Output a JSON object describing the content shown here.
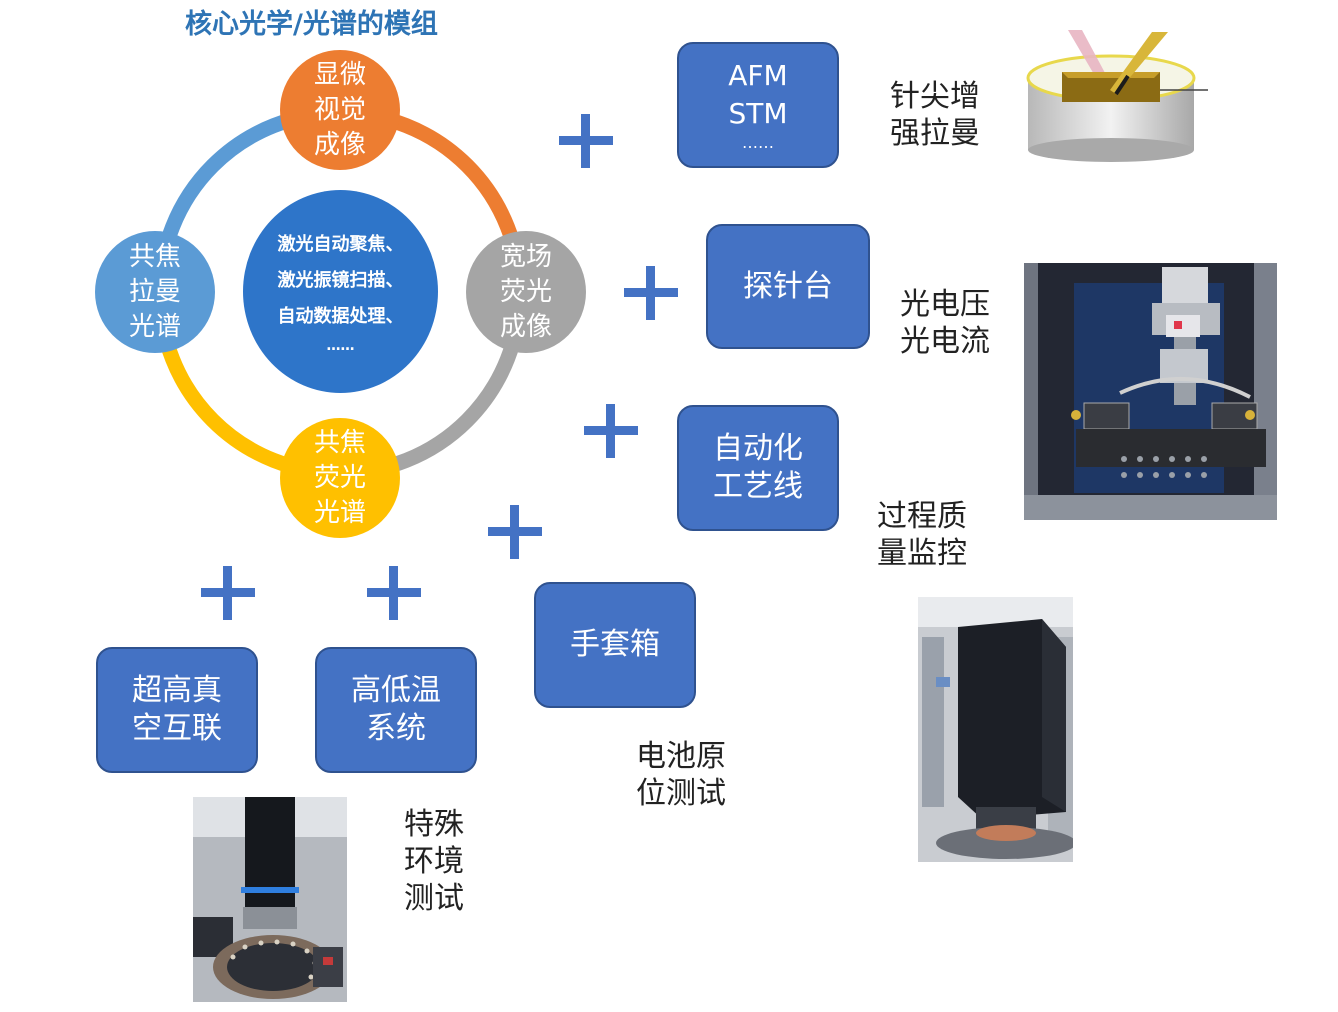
{
  "title": "核心光学/光谱的模组",
  "center": {
    "lines": [
      "激光自动聚焦、",
      "激光振镜扫描、",
      "自动数据处理、",
      "……"
    ]
  },
  "ring_nodes": {
    "top": "显微\n视觉\n成像",
    "right": "宽场\n荧光\n成像",
    "bottom": "共焦\n荧光\n光谱",
    "left": "共焦\n拉曼\n光谱"
  },
  "colors": {
    "orange": "#ed7d31",
    "gray": "#a5a5a5",
    "yellow": "#ffc000",
    "light_blue": "#5b9bd5",
    "box_blue": "#4472c4",
    "center_blue": "#2e75c9"
  },
  "boxes": {
    "afm": [
      "AFM",
      "STM",
      "……"
    ],
    "probe": [
      "探针台"
    ],
    "automation": [
      "自动化",
      "工艺线"
    ],
    "glovebox": [
      "手套箱"
    ],
    "vacuum": [
      "超高真",
      "空互联"
    ],
    "temperature": [
      "高低温",
      "系统"
    ]
  },
  "captions": {
    "tip_raman": "针尖增\n强拉曼",
    "photo_voltage": "光电压\n光电流",
    "process_monitor": "过程质\n量监控",
    "battery": "电池原\n位测试",
    "special_env": "特殊\n环境\n测试"
  },
  "photo_labels": {
    "probe_station_badge": ""
  }
}
